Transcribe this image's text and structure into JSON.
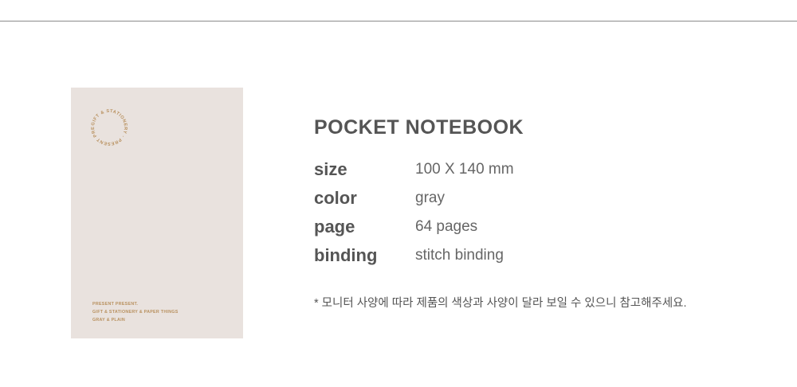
{
  "product": {
    "title": "POCKET NOTEBOOK",
    "specs": [
      {
        "key": "size",
        "value": "100 X 140 mm"
      },
      {
        "key": "color",
        "value": "gray"
      },
      {
        "key": "page",
        "value": "64 pages"
      },
      {
        "key": "binding",
        "value": "stitch binding"
      }
    ],
    "note": "* 모니터 사양에 따라 제품의 색상과 사양이 달라 보일 수 있으니 참고해주세요."
  },
  "cover": {
    "logo_text": "GIFT & STATIONERY · PRESENT PRESENT ·",
    "lines": [
      "PRESENT PRESENT.",
      "GIFT & STATIONERY & PAPER THINGS",
      "GRAY & PLAIN"
    ]
  },
  "colors": {
    "cover": "#e9e2de",
    "gold": "#b8905e",
    "text": "#555555"
  }
}
